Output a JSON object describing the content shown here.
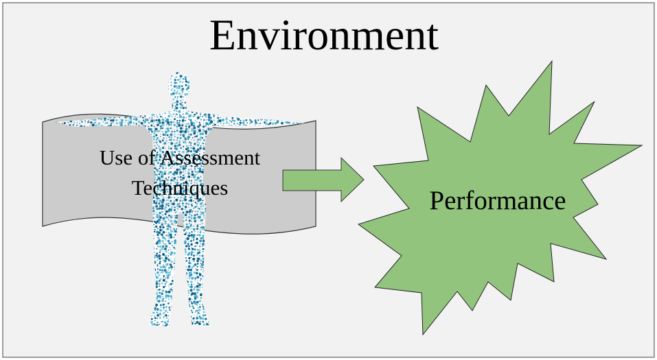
{
  "title": "Environment",
  "banner": {
    "line1": "Use of Assessment",
    "line2": "Techniques"
  },
  "burst": {
    "label": "Performance"
  },
  "colors": {
    "background": "#f2f2f2",
    "banner": "#cccccc",
    "green": "#92c47e",
    "dots": [
      "#1a6e96",
      "#2a8fb8",
      "#4fb0cc",
      "#7cc8d8",
      "#0f5a82"
    ]
  }
}
